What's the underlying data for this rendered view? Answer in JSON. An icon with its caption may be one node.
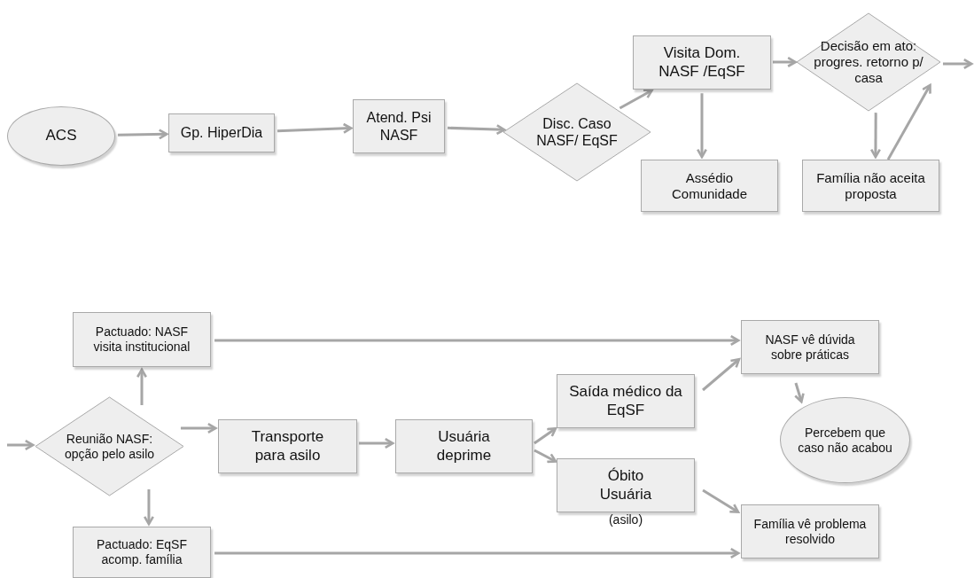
{
  "diagram": {
    "nodes": [
      {
        "text": [
          "ACS"
        ]
      },
      {
        "text": [
          "Gp. HiperDia"
        ]
      },
      {
        "text": [
          "Atend. Psi NASF"
        ]
      },
      {
        "text": [
          "Disc. Caso NASF/ EqSF"
        ]
      },
      {
        "text": [
          "Visita Dom. NASF /EqSF"
        ]
      },
      {
        "text": [
          "Decisão em ato: progres. retorno p/ casa"
        ]
      },
      {
        "text": [
          "Assédio Comunidade"
        ]
      },
      {
        "text": [
          "Família não aceita proposta"
        ]
      },
      {
        "text": [
          "Reunião NASF: opção pelo asilo"
        ]
      },
      {
        "text": [
          "Pactuado: NASF visita institucional"
        ]
      },
      {
        "text": [
          "Transporte para asilo"
        ]
      },
      {
        "text": [
          "Usuária deprime"
        ]
      },
      {
        "text": [
          "Saída médico da EqSF"
        ]
      },
      {
        "text": [
          "Óbito Usuária"
        ],
        "beside": [
          "(asilo)"
        ]
      },
      {
        "text": [
          "NASF vê dúvida sobre práticas"
        ]
      },
      {
        "text": [
          "Percebem que caso não acabou"
        ]
      },
      {
        "text": [
          "Família vê problema resolvido"
        ]
      },
      {
        "text": [
          "Pactuado: EqSF acomp. família"
        ]
      }
    ],
    "edges": [
      {
        "from": 0,
        "to": 1,
        "arrow": "to"
      },
      {
        "from": 1,
        "to": 2,
        "arrow": "to"
      },
      {
        "from": 2,
        "to": 3,
        "arrow": "to"
      },
      {
        "from": 3,
        "to": 4,
        "arrow": "to"
      },
      {
        "from": 4,
        "to": 6,
        "arrow": "to"
      },
      {
        "from": 4,
        "to": 5,
        "arrow": "to"
      },
      {
        "from": 5,
        "to": 7,
        "arrow": "to"
      },
      {
        "from": 7,
        "to": 5,
        "arrow": "to"
      },
      {
        "from": 5,
        "to": null,
        "arrow": "to"
      },
      {
        "from": null,
        "to": 8,
        "arrow": "to"
      },
      {
        "from": 8,
        "to": 9,
        "arrow": "to"
      },
      {
        "from": 8,
        "to": 10,
        "arrow": "to"
      },
      {
        "from": 8,
        "to": 17,
        "arrow": "to"
      },
      {
        "from": 10,
        "to": 11,
        "arrow": "to"
      },
      {
        "from": 11,
        "to": 12,
        "arrow": "to"
      },
      {
        "from": 11,
        "to": 13,
        "arrow": "to"
      },
      {
        "from": 9,
        "to": 14,
        "arrow": "to"
      },
      {
        "from": 12,
        "to": 14,
        "arrow": "to"
      },
      {
        "from": 14,
        "to": 15,
        "arrow": "to"
      },
      {
        "from": 13,
        "to": 16,
        "arrow": "to"
      },
      {
        "from": 17,
        "to": 16,
        "arrow": "to"
      }
    ]
  }
}
